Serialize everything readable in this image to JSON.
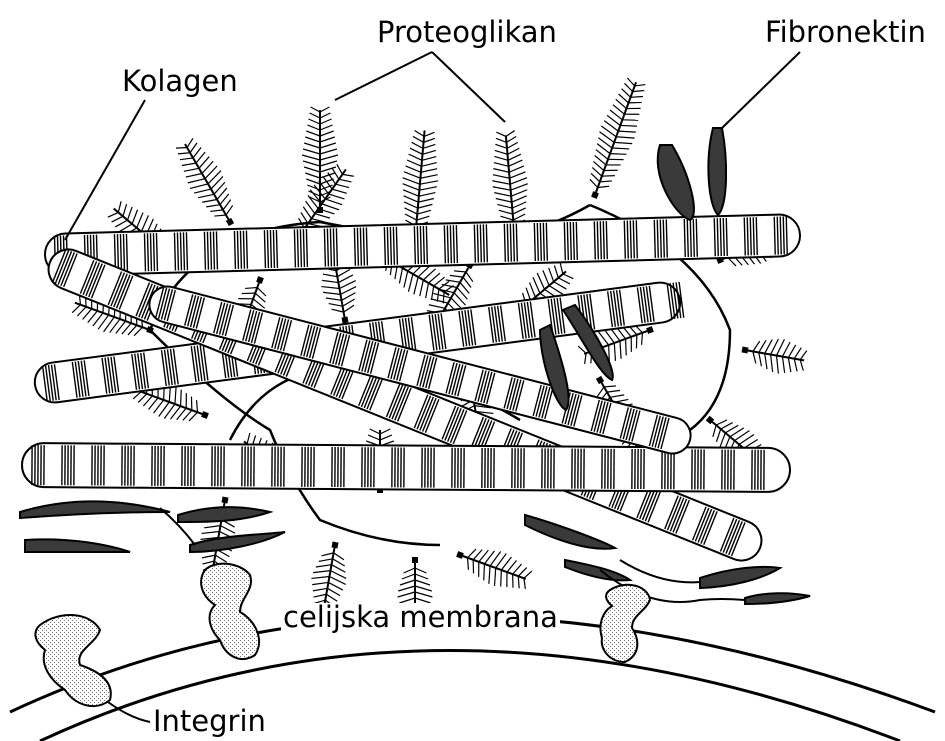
{
  "labels": {
    "kolagen": "Kolagen",
    "proteoglikan": "Proteoglikan",
    "fibronektin": "Fibronektin",
    "membrana": "celijska membrana",
    "integrin": "Integrin"
  },
  "colors": {
    "ink": "#000000",
    "fibronectin_fill": "#3a3a3a",
    "integrin_fill": "#d8d8d8",
    "collagen_fill": "#ffffff"
  },
  "icons": {
    "collagen": "striped-fiber",
    "proteoglycan": "feather-brush",
    "fibronectin": "dark-rod",
    "integrin": "receptor-blob"
  }
}
